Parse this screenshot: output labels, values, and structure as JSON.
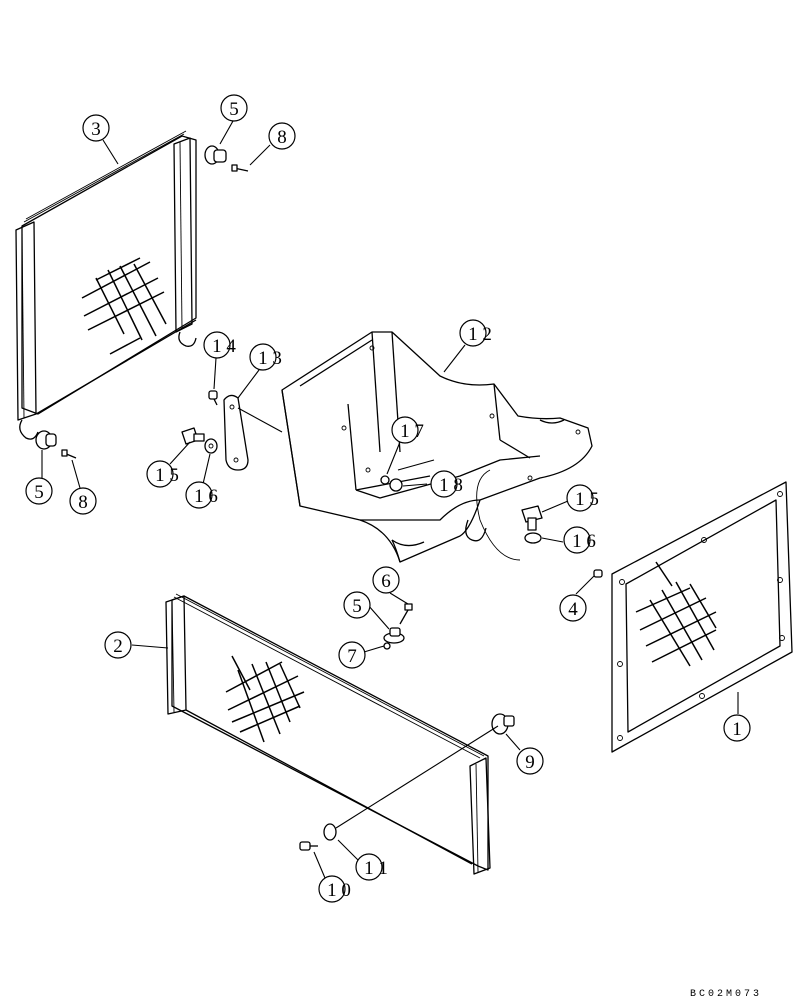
{
  "drawing_code": "BC02M073",
  "callouts": [
    {
      "id": "c3",
      "label": "3"
    },
    {
      "id": "c5a",
      "label": "5"
    },
    {
      "id": "c8a",
      "label": "8"
    },
    {
      "id": "c14",
      "label": "1 4"
    },
    {
      "id": "c13",
      "label": "1 3"
    },
    {
      "id": "c12",
      "label": "1 2"
    },
    {
      "id": "c17",
      "label": "1 7"
    },
    {
      "id": "c18",
      "label": "1 8"
    },
    {
      "id": "c15a",
      "label": "1 5"
    },
    {
      "id": "c16a",
      "label": "1 6"
    },
    {
      "id": "c5b",
      "label": "5"
    },
    {
      "id": "c8b",
      "label": "8"
    },
    {
      "id": "c15b",
      "label": "1 5"
    },
    {
      "id": "c16b",
      "label": "1 6"
    },
    {
      "id": "c6",
      "label": "6"
    },
    {
      "id": "c5c",
      "label": "5"
    },
    {
      "id": "c7",
      "label": "7"
    },
    {
      "id": "c4",
      "label": "4"
    },
    {
      "id": "c2",
      "label": "2"
    },
    {
      "id": "c9",
      "label": "9"
    },
    {
      "id": "c1",
      "label": "1"
    },
    {
      "id": "c11",
      "label": "1 1"
    },
    {
      "id": "c10",
      "label": "1 0"
    }
  ]
}
